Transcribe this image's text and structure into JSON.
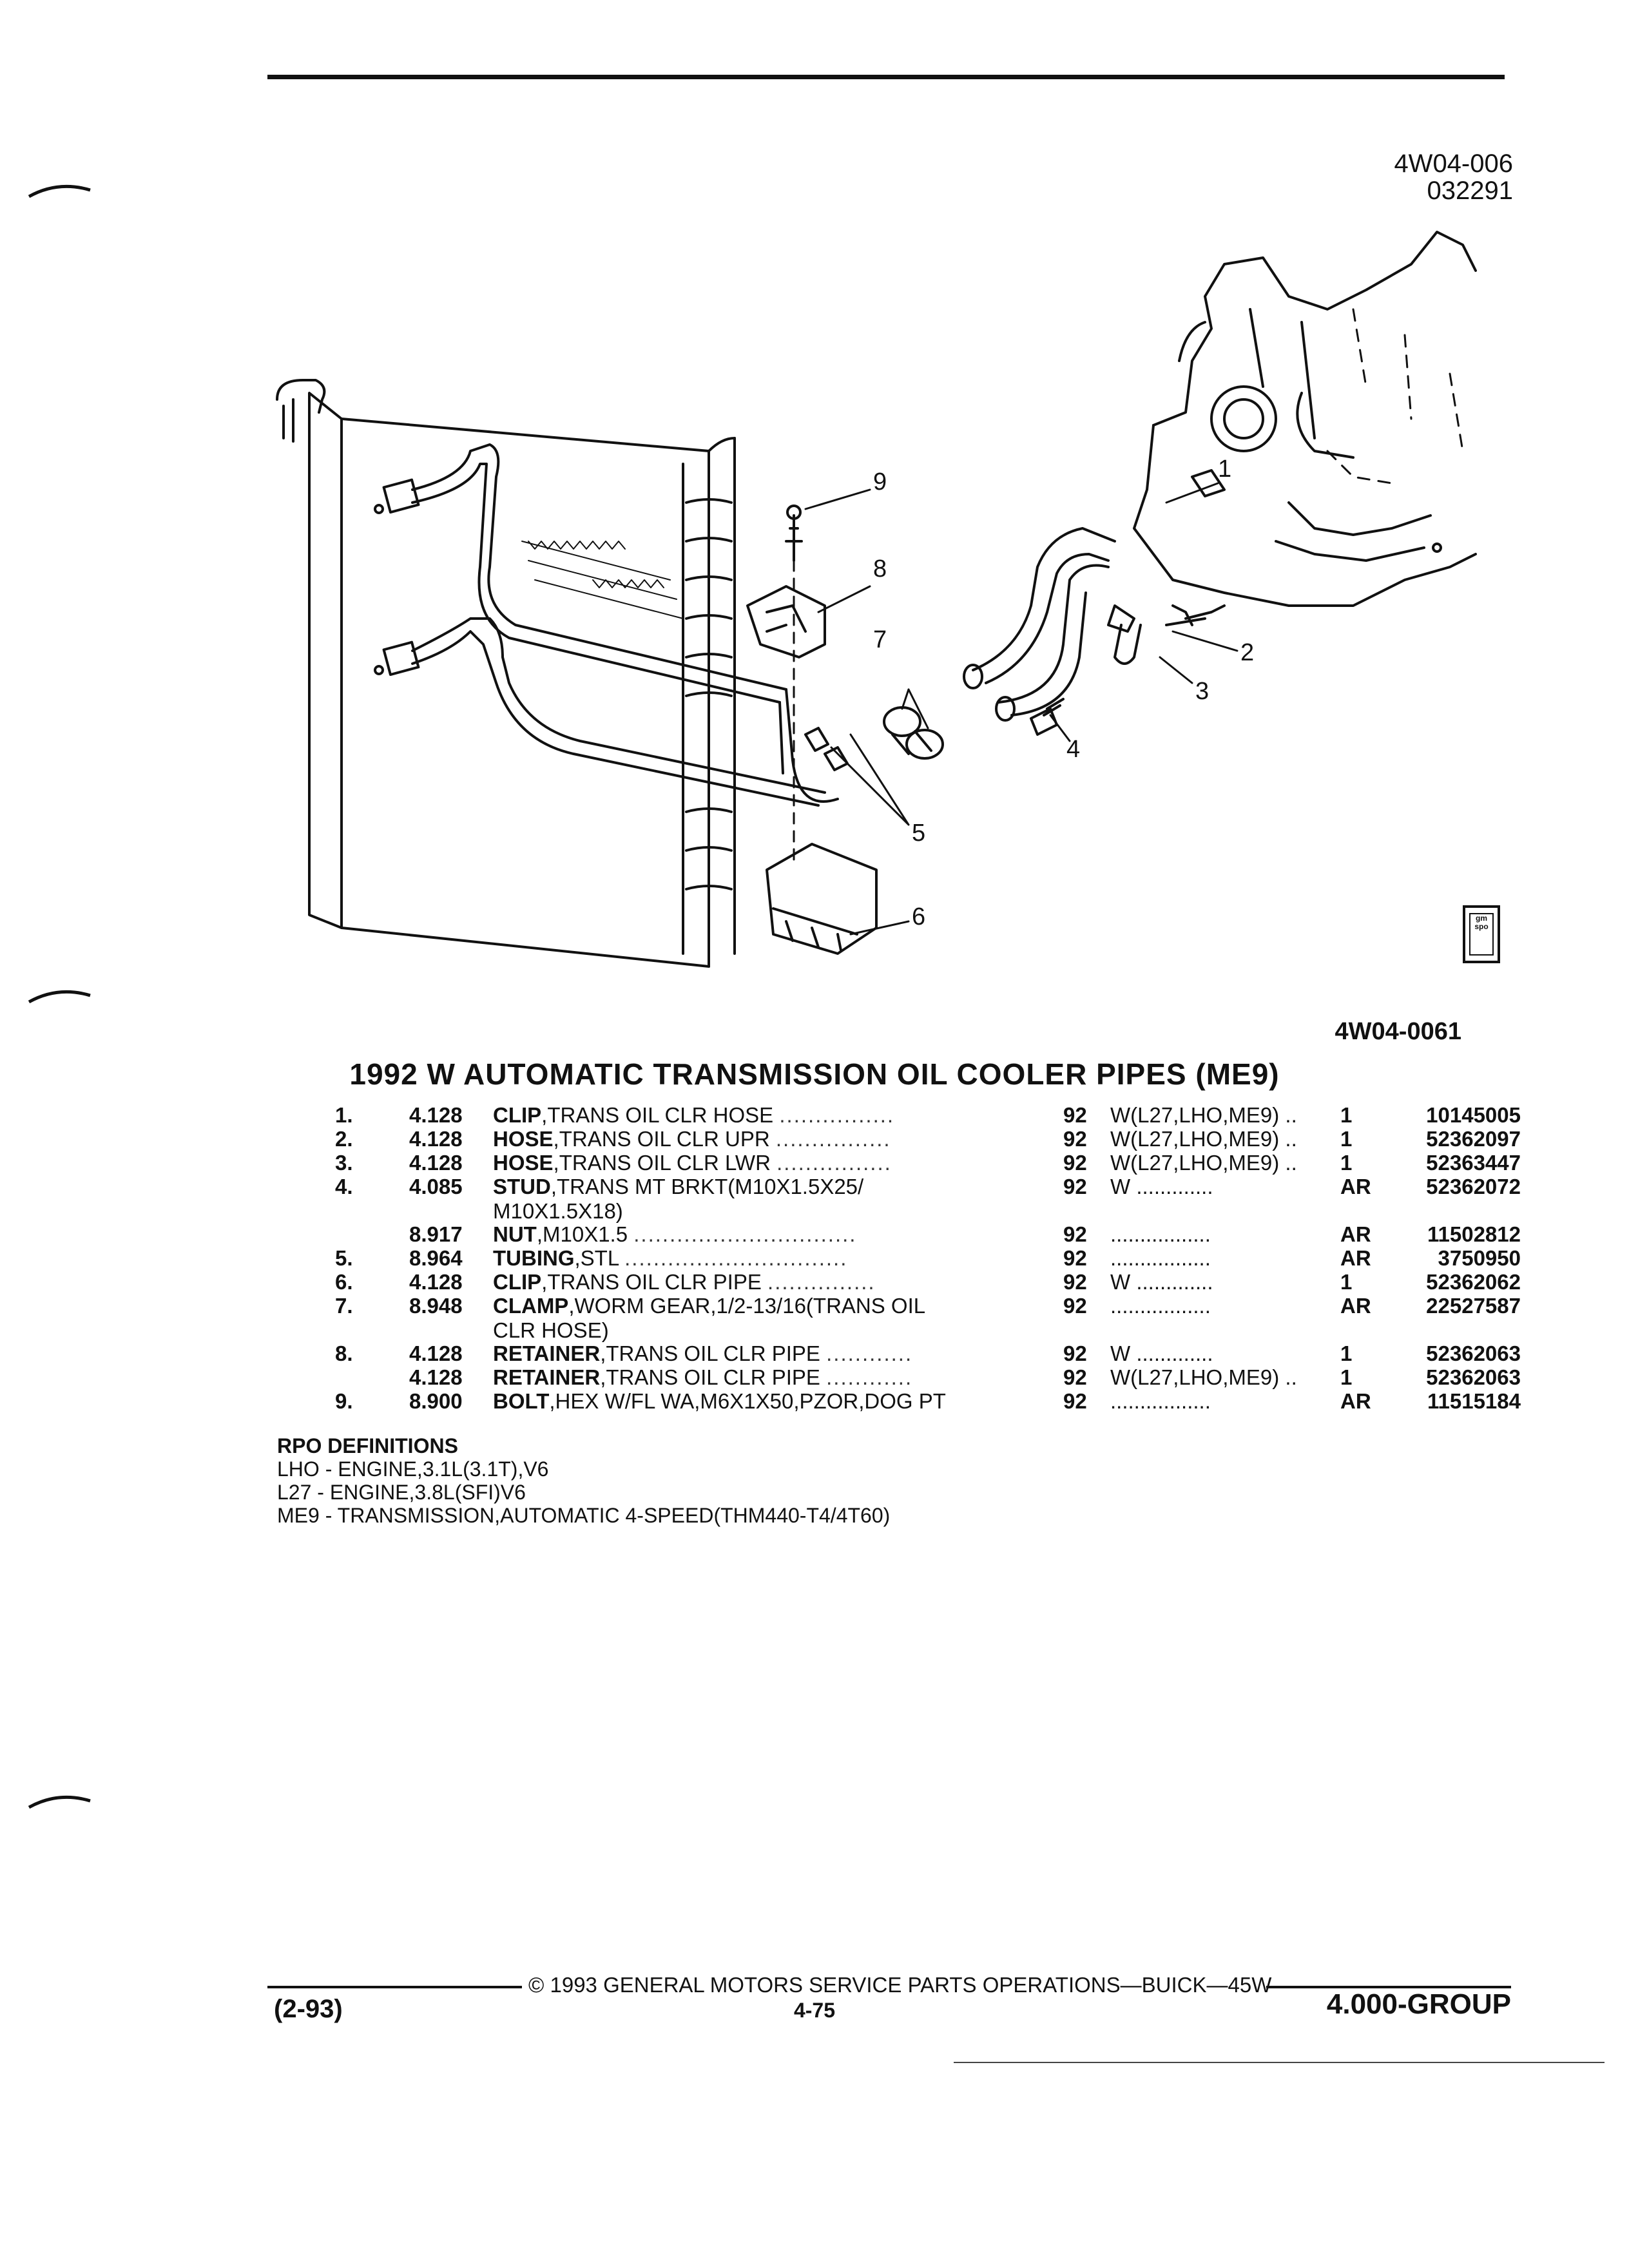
{
  "header": {
    "ref_code": "4W04-006",
    "ref_date": "032291"
  },
  "diagram": {
    "callouts": [
      "1",
      "2",
      "3",
      "4",
      "5",
      "6",
      "7",
      "8",
      "9"
    ],
    "figure_code": "4W04-0061",
    "badge_text": "gm spo"
  },
  "title": "1992 W AUTOMATIC TRANSMISSION OIL COOLER PIPES (ME9)",
  "parts": [
    {
      "num": "1.",
      "group": "4.128",
      "name": "CLIP",
      "desc": ",TRANS OIL CLR HOSE",
      "dots": "................",
      "year": "92",
      "app": "W(L27,LHO,ME9) ..",
      "qty": "1",
      "pn": "10145005"
    },
    {
      "num": "2.",
      "group": "4.128",
      "name": "HOSE",
      "desc": ",TRANS OIL CLR UPR",
      "dots": "................",
      "year": "92",
      "app": "W(L27,LHO,ME9) ..",
      "qty": "1",
      "pn": "52362097"
    },
    {
      "num": "3.",
      "group": "4.128",
      "name": "HOSE",
      "desc": ",TRANS OIL CLR LWR",
      "dots": "................",
      "year": "92",
      "app": "W(L27,LHO,ME9) ..",
      "qty": "1",
      "pn": "52363447"
    },
    {
      "num": "4.",
      "group": "4.085",
      "name": "STUD",
      "desc": ",TRANS MT BRKT(M10X1.5X25/",
      "cont": "M10X1.5X18)",
      "dots": "",
      "year": "92",
      "app": "W .............",
      "qty": "AR",
      "pn": "52362072"
    },
    {
      "num": "",
      "group": "8.917",
      "name": "NUT",
      "desc": ",M10X1.5",
      "dots": "...............................",
      "year": "92",
      "app": ".................",
      "qty": "AR",
      "pn": "11502812"
    },
    {
      "num": "5.",
      "group": "8.964",
      "name": "TUBING",
      "desc": ",STL",
      "dots": "...............................",
      "year": "92",
      "app": ".................",
      "qty": "AR",
      "pn": "3750950"
    },
    {
      "num": "6.",
      "group": "4.128",
      "name": "CLIP",
      "desc": ",TRANS OIL CLR PIPE",
      "dots": "...............",
      "year": "92",
      "app": "W .............",
      "qty": "1",
      "pn": "52362062"
    },
    {
      "num": "7.",
      "group": "8.948",
      "name": "CLAMP",
      "desc": ",WORM GEAR,1/2-13/16(TRANS OIL",
      "cont": "CLR HOSE)",
      "dots": "",
      "year": "92",
      "app": ".................",
      "qty": "AR",
      "pn": "22527587"
    },
    {
      "num": "8.",
      "group": "4.128",
      "name": "RETAINER",
      "desc": ",TRANS OIL CLR PIPE",
      "dots": "............",
      "year": "92",
      "app": "W .............",
      "qty": "1",
      "pn": "52362063"
    },
    {
      "num": "",
      "group": "4.128",
      "name": "RETAINER",
      "desc": ",TRANS OIL CLR PIPE",
      "dots": "............",
      "year": "92",
      "app": "W(L27,LHO,ME9) ..",
      "qty": "1",
      "pn": "52362063"
    },
    {
      "num": "9.",
      "group": "8.900",
      "name": "BOLT",
      "desc": ",HEX W/FL WA,M6X1X50,PZOR,DOG PT",
      "dots": "",
      "year": "92",
      "app": ".................",
      "qty": "AR",
      "pn": "11515184"
    }
  ],
  "rpo": {
    "heading": "RPO DEFINITIONS",
    "items": [
      "LHO - ENGINE,3.1L(3.1T),V6",
      "L27 - ENGINE,3.8L(SFI)V6",
      "ME9 - TRANSMISSION,AUTOMATIC 4-SPEED(THM440-T4/4T60)"
    ]
  },
  "footer": {
    "copyright": "©  1993  GENERAL MOTORS SERVICE PARTS OPERATIONS—BUICK—45W",
    "page": "4-75",
    "date": "(2-93)",
    "group": "4.000-GROUP"
  }
}
